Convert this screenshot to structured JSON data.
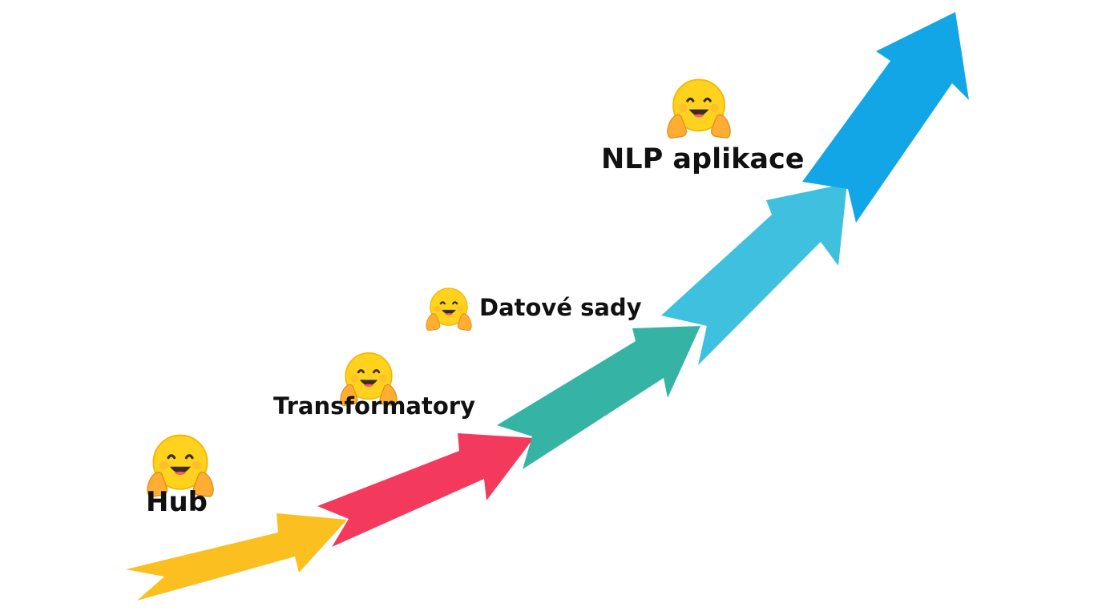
{
  "labels": {
    "hub": "Hub",
    "transformers": "Transformatory",
    "datasets": "Datové sady",
    "nlp_apps": "NLP aplikace"
  },
  "arrows": [
    {
      "name": "yellow",
      "color": "#fbbf1f"
    },
    {
      "name": "red",
      "color": "#f43a5c"
    },
    {
      "name": "teal",
      "color": "#35b4a6"
    },
    {
      "name": "light-blue",
      "color": "#3ec0de"
    },
    {
      "name": "blue",
      "color": "#12a6e6"
    }
  ],
  "icons": {
    "emoji": "hugging-face-icon",
    "face_color": "#ffd21e",
    "hands_color": "#ffae33"
  }
}
